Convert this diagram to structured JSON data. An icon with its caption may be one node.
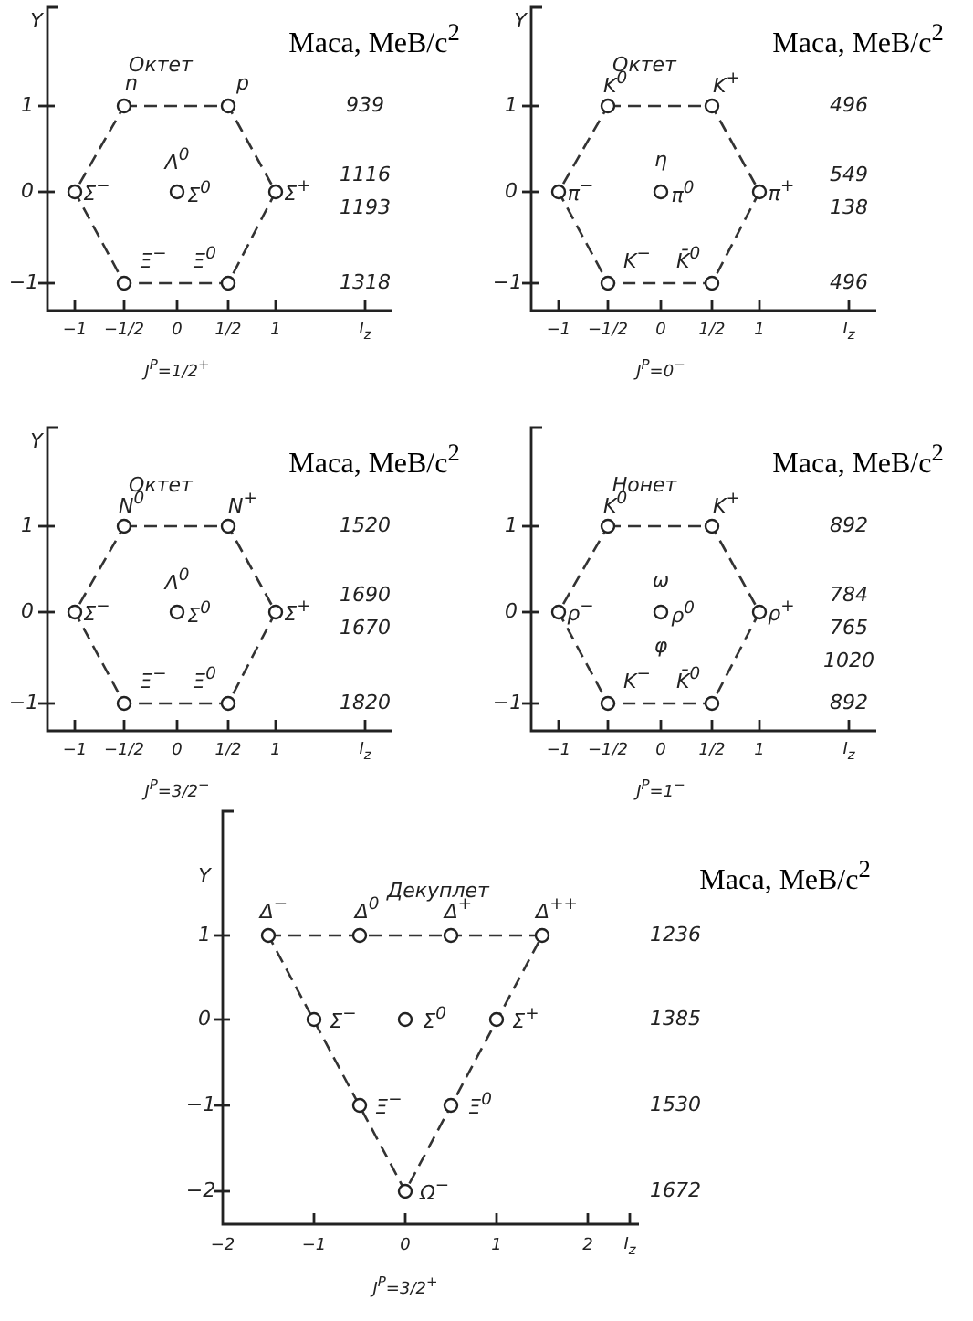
{
  "diagram": {
    "labels": [
      "Y",
      "Октет",
      "Маса, МеВ/с$^{2}$",
      "n",
      "p",
      "1",
      "939",
      "Λ$^{0}$",
      "1116",
      "0",
      "Σ$^{−}$",
      "Σ$^{0}$",
      "Σ$^{+}$",
      "1193",
      "Ξ$^{−}$",
      "Ξ$^{0}$",
      "−1",
      "1318",
      "−1",
      "−1/2",
      "0",
      "1/2",
      "1",
      "I$_{z}$",
      "J$^{P}$=1/2$^{+}$",
      "Y",
      "Октет",
      "Маса, МеВ/с$^{2}$",
      "K$^{0}$",
      "K$^{+}$",
      "1",
      "496",
      "η",
      "549",
      "0",
      "π$^{−}$",
      "π$^{0}$",
      "π$^{+}$",
      "138",
      "K$^{−}$",
      "K̄$^{0}$",
      "−1",
      "496",
      "−1",
      "−1/2",
      "0",
      "1/2",
      "1",
      "I$_{z}$",
      "J$^{P}$=0$^{−}$",
      "Y",
      "Октет",
      "Маса, МеВ/с$^{2}$",
      "N$^{0}$",
      "N$^{+}$",
      "1",
      "1520",
      "Λ$^{0}$",
      "1690",
      "0",
      "Σ$^{−}$",
      "Σ$^{0}$",
      "Σ$^{+}$",
      "1670",
      "Ξ$^{−}$",
      "Ξ$^{0}$",
      "−1",
      "1820",
      "−1",
      "−1/2",
      "0",
      "1/2",
      "1",
      "I$_{z}$",
      "J$^{P}$=3/2$^{−}$",
      "Нонет",
      "Маса, МеВ/с$^{2}$",
      "K$^{0}$",
      "K$^{+}$",
      "1",
      "892",
      "ω",
      "784",
      "0",
      "ρ$^{−}$",
      "ρ$^{0}$",
      "ρ$^{+}$",
      "765",
      "φ",
      "1020",
      "K$^{−}$",
      "K̄$^{0}$",
      "−1",
      "892",
      "−1",
      "−1/2",
      "0",
      "1/2",
      "1",
      "I$_{z}$",
      "J$^{P}$=1$^{−}$",
      "Y",
      "Декуплет",
      "Маса, МеВ/с$^{2}$",
      "Δ$^{−}$",
      "Δ$^{0}$",
      "Δ$^{+}$",
      "Δ$^{++}$",
      "1",
      "1236",
      "0",
      "Σ$^{−}$",
      "Σ$^{0}$",
      "Σ$^{+}$",
      "1385",
      "−1",
      "Ξ$^{−}$",
      "Ξ$^{0}$",
      "1530",
      "−2",
      "Ω$^{−}$",
      "1672",
      "−2",
      "−1",
      "0",
      "1",
      "2",
      "I$_{z}$",
      "J$^{P}$=3/2$^{+}$"
    ]
  }
}
